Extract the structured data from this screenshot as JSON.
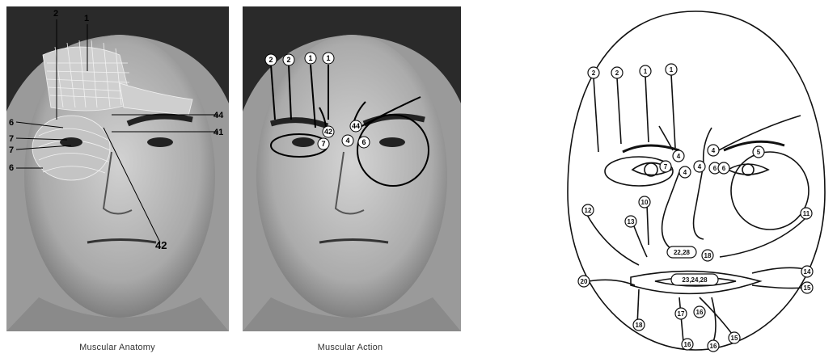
{
  "captions": {
    "left": "Muscular Anatomy",
    "middle": "Muscular Action"
  },
  "left_panel": {
    "labels": [
      "2",
      "1",
      "6",
      "7",
      "7",
      "6",
      "44",
      "41",
      "42"
    ]
  },
  "middle_panel": {
    "labels": [
      "2",
      "2",
      "1",
      "1",
      "42",
      "7",
      "44",
      "4",
      "6"
    ]
  },
  "right_panel": {
    "labels": [
      "2",
      "2",
      "1",
      "1",
      "4",
      "4",
      "4",
      "4",
      "5",
      "7",
      "6",
      "6",
      "10",
      "11",
      "12",
      "13",
      "22,28",
      "23,24,28",
      "18",
      "14",
      "15",
      "20",
      "16",
      "17",
      "18",
      "15",
      "16",
      "16"
    ]
  },
  "colors": {
    "ink": "#111111",
    "photo_bg": "#bdbdbd",
    "hair": "#2a2a2a"
  }
}
